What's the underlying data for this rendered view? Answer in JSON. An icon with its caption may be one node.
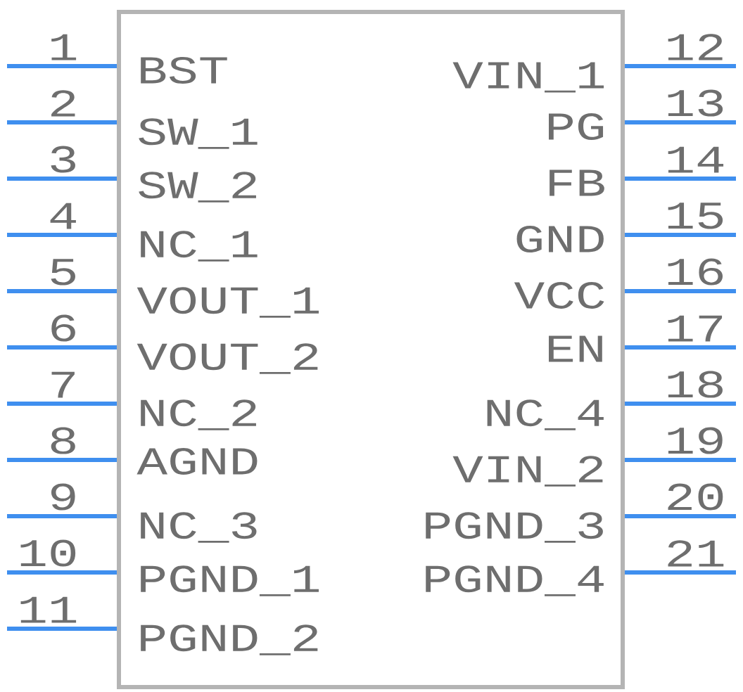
{
  "diagram": {
    "nodes": [
      {
        "text": [
          "BST",
          "SW_1",
          "SW_2",
          "NC_1",
          "VOUT_1",
          "VOUT_2",
          "NC_2",
          "AGND",
          "NC_3",
          "PGND_1",
          "PGND_2",
          "VIN_1",
          "PG",
          "FB",
          "GND",
          "VCC",
          "EN",
          "NC_4",
          "VIN_2",
          "PGND_3",
          "PGND_4"
        ]
      }
    ],
    "labels": [
      "1",
      "12",
      "2",
      "13",
      "3",
      "14",
      "4",
      "15",
      "5",
      "16",
      "6",
      "17",
      "7",
      "18",
      "8",
      "19",
      "9",
      "20",
      "10",
      "21",
      "11"
    ]
  }
}
